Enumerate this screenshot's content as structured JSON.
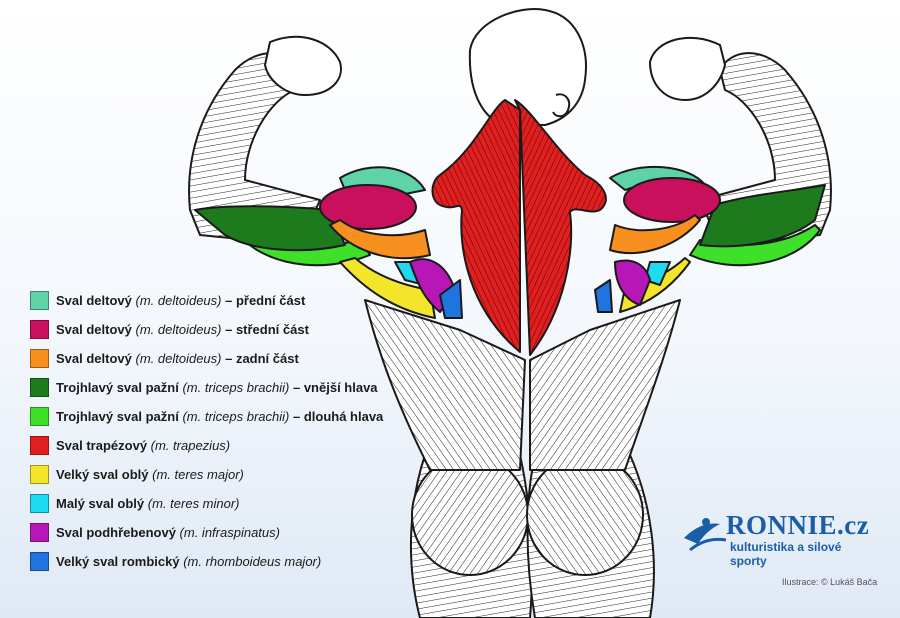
{
  "legend": [
    {
      "name": "Sval deltový",
      "latin": "(m. deltoideus)",
      "suffix": " – přední část",
      "color": "#5fd3a8"
    },
    {
      "name": "Sval deltový",
      "latin": "(m. deltoideus)",
      "suffix": " – střední část",
      "color": "#c8105c"
    },
    {
      "name": "Sval deltový",
      "latin": "(m. deltoideus)",
      "suffix": " – zadní část",
      "color": "#f7901e"
    },
    {
      "name": "Trojhlavý sval pažní",
      "latin": "(m. triceps brachii)",
      "suffix": " – vnější hlava",
      "color": "#1d7a1d"
    },
    {
      "name": "Trojhlavý sval pažní",
      "latin": "(m. triceps brachii)",
      "suffix": " – dlouhá hlava",
      "color": "#3fe02a"
    },
    {
      "name": "Sval trapézový",
      "latin": "(m. trapezius)",
      "suffix": "",
      "color": "#e02020"
    },
    {
      "name": "Velký sval oblý",
      "latin": "(m. teres major)",
      "suffix": "",
      "color": "#f2e52a"
    },
    {
      "name": "Malý sval oblý",
      "latin": "(m. teres minor)",
      "suffix": "",
      "color": "#1fd9f0"
    },
    {
      "name": "Sval podhřebenový",
      "latin": "(m. infraspinatus)",
      "suffix": "",
      "color": "#b617b6"
    },
    {
      "name": "Velký sval rombický",
      "latin": "(m. rhomboideus major)",
      "suffix": "",
      "color": "#1f74e0"
    }
  ],
  "brand": {
    "name": "RONNIE.cz",
    "tagline": "kulturistika a silové sporty",
    "credit": "Ilustrace: © Lukáš Bača",
    "color": "#1a5ea8"
  }
}
